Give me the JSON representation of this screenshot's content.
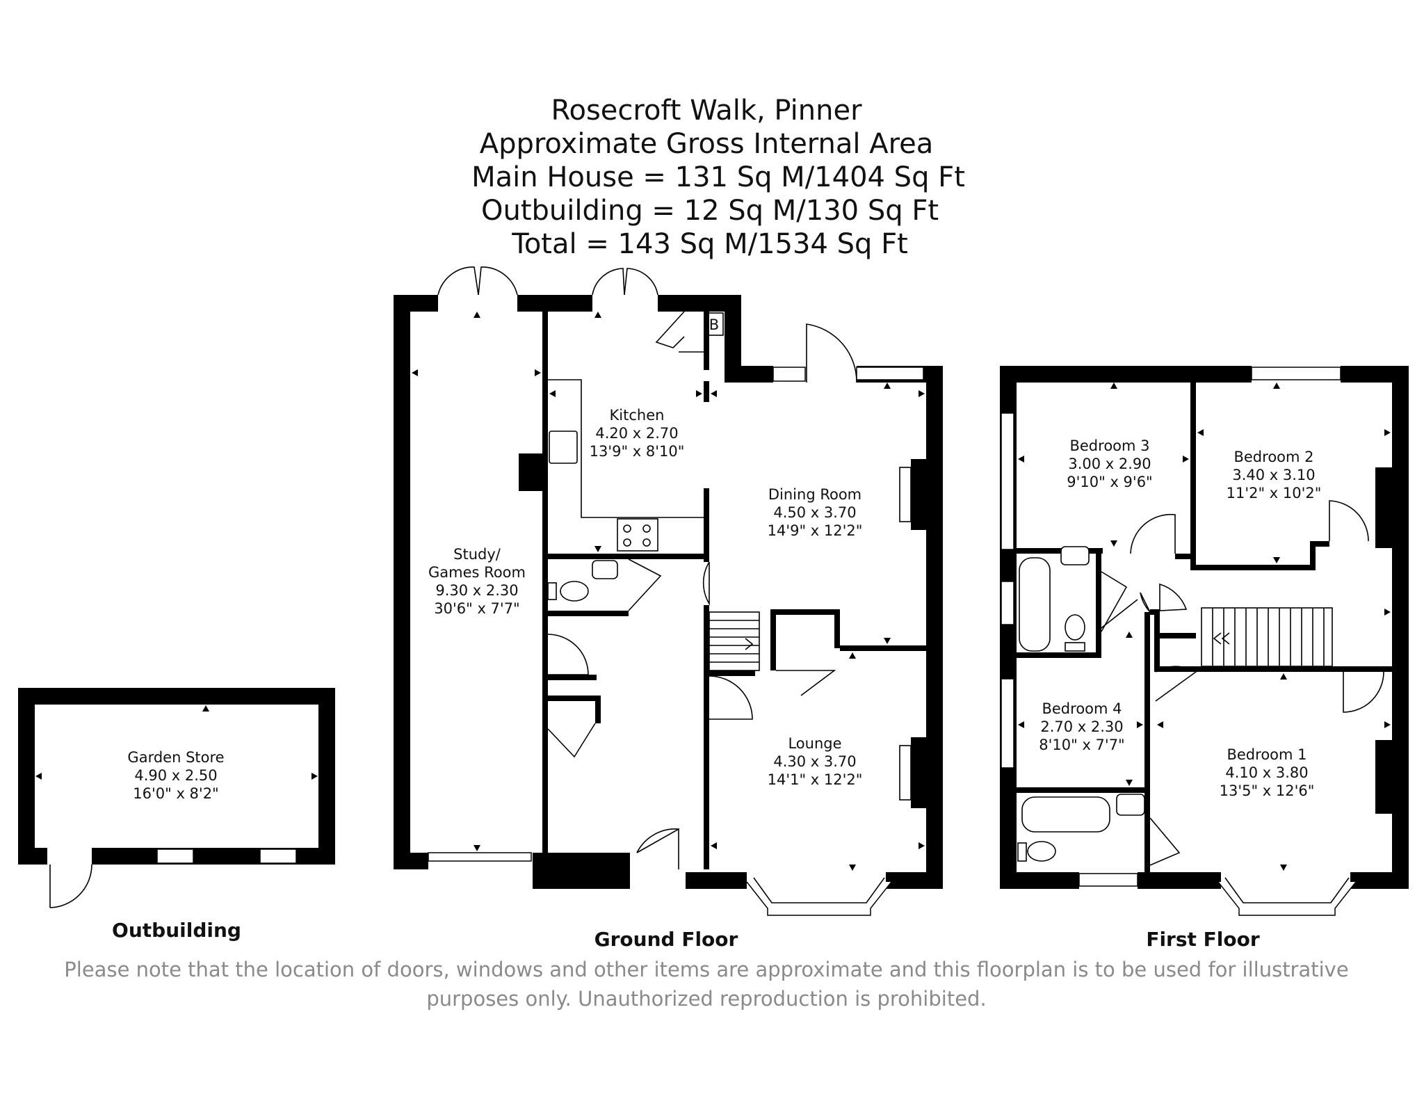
{
  "header": {
    "line1": "Rosecroft Walk, Pinner",
    "line2": "Approximate Gross Internal Area",
    "line3": "Main House = 131 Sq M/1404 Sq Ft",
    "line4": "Outbuilding = 12 Sq M/130 Sq Ft",
    "line5": "Total = 143 Sq M/1534 Sq Ft"
  },
  "floors": {
    "outbuilding": "Outbuilding",
    "ground": "Ground Floor",
    "first": "First Floor"
  },
  "rooms": {
    "garden_store": {
      "name": "Garden Store",
      "metric": "4.90 x 2.50",
      "imperial": "16'0\" x 8'2\""
    },
    "study": {
      "name1": "Study/",
      "name2": "Games Room",
      "metric": "9.30 x 2.30",
      "imperial": "30'6\" x 7'7\""
    },
    "kitchen": {
      "name": "Kitchen",
      "metric": "4.20 x 2.70",
      "imperial": "13'9\" x 8'10\""
    },
    "dining": {
      "name": "Dining Room",
      "metric": "4.50 x 3.70",
      "imperial": "14'9\" x 12'2\""
    },
    "lounge": {
      "name": "Lounge",
      "metric": "4.30 x 3.70",
      "imperial": "14'1\" x 12'2\""
    },
    "bedroom3": {
      "name": "Bedroom 3",
      "metric": "3.00 x 2.90",
      "imperial": "9'10\" x 9'6\""
    },
    "bedroom2": {
      "name": "Bedroom 2",
      "metric": "3.40 x 3.10",
      "imperial": "11'2\" x 10'2\""
    },
    "bedroom4": {
      "name": "Bedroom 4",
      "metric": "2.70 x 2.30",
      "imperial": "8'10\" x 7'7\""
    },
    "bedroom1": {
      "name": "Bedroom 1",
      "metric": "4.10 x 3.80",
      "imperial": "13'5\" x 12'6\""
    }
  },
  "boiler_label": "B",
  "disclaimer": {
    "line1": "Please note that the location of doors, windows and other items are approximate and this floorplan is to be used for illustrative",
    "line2": "purposes only. Unauthorized reproduction is prohibited."
  }
}
